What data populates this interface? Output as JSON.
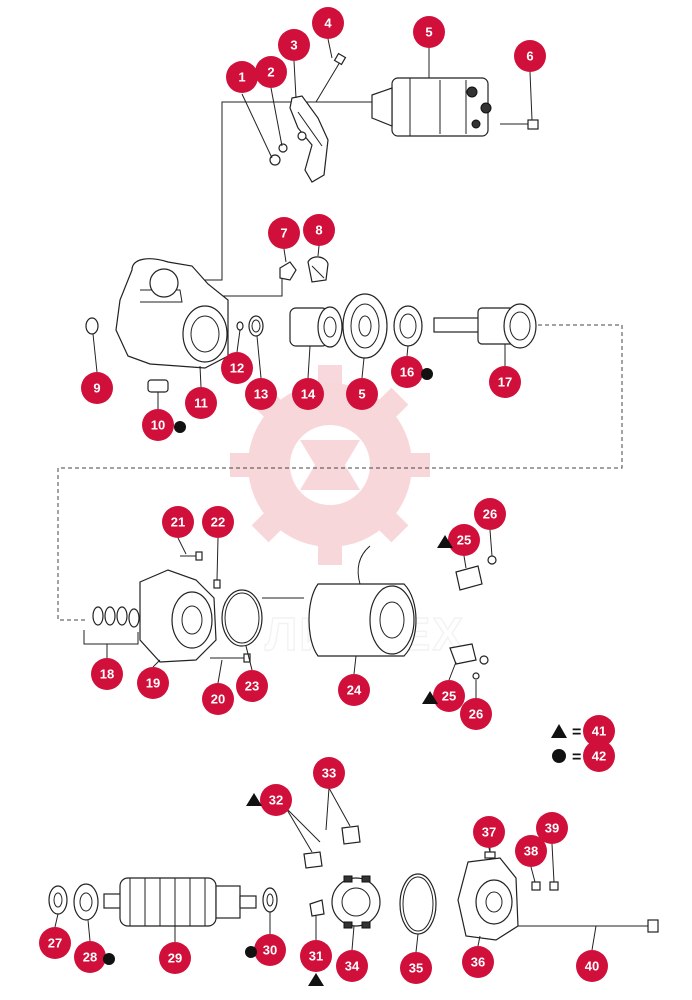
{
  "diagram": {
    "accent_color": "#d0103a",
    "watermark_text": "ЛИНТЕХ",
    "callouts": [
      "1",
      "2",
      "3",
      "4",
      "5",
      "6",
      "7",
      "8",
      "5",
      "9",
      "10",
      "11",
      "12",
      "13",
      "14",
      "16",
      "17",
      "18",
      "19",
      "20",
      "21",
      "22",
      "23",
      "24",
      "25",
      "26",
      "25",
      "26",
      "27",
      "28",
      "29",
      "30",
      "31",
      "32",
      "33",
      "34",
      "35",
      "36",
      "37",
      "38",
      "39",
      "40"
    ],
    "legend": [
      {
        "symbol": "triangle-icon",
        "equals": "=",
        "ref": "41"
      },
      {
        "symbol": "dot-icon",
        "equals": "=",
        "ref": "42"
      }
    ]
  }
}
